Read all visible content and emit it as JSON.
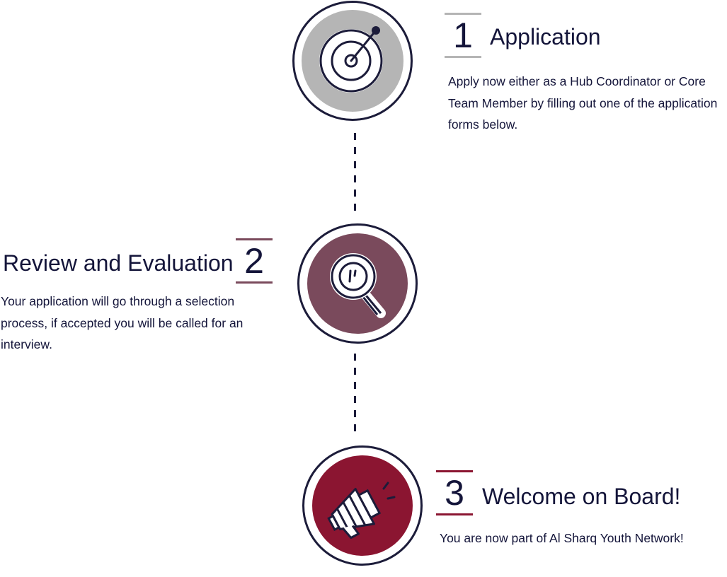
{
  "colors": {
    "ink": "#14153a",
    "step1_fill": "#b5b5b5",
    "step2_fill": "#7a4a5c",
    "step3_fill": "#8b1531"
  },
  "steps": [
    {
      "number": "1",
      "title": "Application",
      "description": "Apply now either as a Hub Coordinator or Core Team Member by filling out one of the application forms below.",
      "icon": "target-icon"
    },
    {
      "number": "2",
      "title": "Review and Evaluation",
      "description": "Your application will go through a selection process, if accepted you will be called for an interview.",
      "icon": "magnifier-icon"
    },
    {
      "number": "3",
      "title": "Welcome on Board!",
      "description": "You are now part of Al Sharq Youth Network!",
      "icon": "megaphone-icon"
    }
  ]
}
